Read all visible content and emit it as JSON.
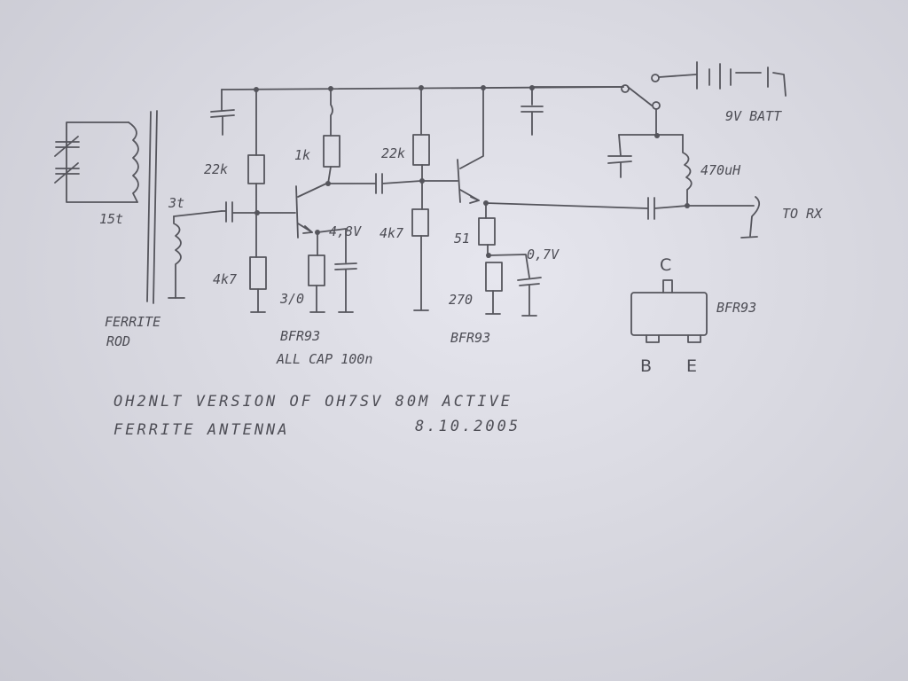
{
  "labels": {
    "turns_primary": "15t",
    "turns_secondary": "3t",
    "r_base_top_1": "22k",
    "r_base_bottom_1": "4k7",
    "r_collector_1": "1k",
    "emitter_voltage_1": "4,8V",
    "r_emitter_1": "3/0",
    "r_base_top_2": "22k",
    "r_base_bottom_2": "4k7",
    "r_emitter_series_2": "51",
    "emitter_voltage_2": "0,7V",
    "r_emitter_2": "270",
    "inductor": "470uH",
    "battery": "9V BATT",
    "output": "TO RX",
    "rod_line_1": "FERRITE",
    "rod_line_2": "ROD",
    "transistor_1": "BFR93",
    "transistor_2": "BFR93",
    "cap_note": "ALL CAP 100n",
    "pinout_part": "BFR93",
    "pin_c": "C",
    "pin_b": "B",
    "pin_e": "E",
    "title_line_1": "OH2NLT VERSION OF OH7SV 80M ACTIVE",
    "title_line_2": "FERRITE ANTENNA",
    "title_date": "8.10.2005"
  },
  "colors": {
    "paper": "#dcdce4",
    "ink": "#55555c"
  }
}
